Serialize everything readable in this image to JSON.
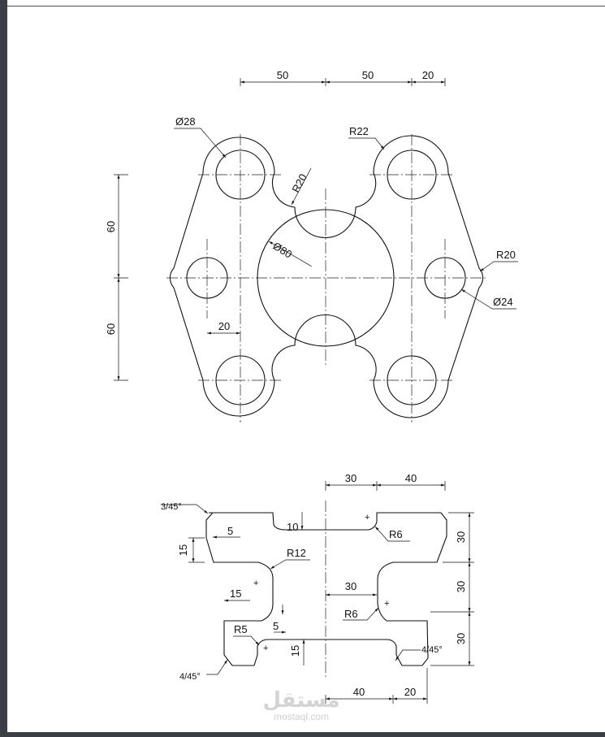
{
  "top_view": {
    "dims": {
      "top_a": "50",
      "top_b": "50",
      "top_c": "20",
      "left_upper": "60",
      "left_lower": "60",
      "offset": "20",
      "hole_top_left_dia": "Ø28",
      "radius_top_right": "R22",
      "radius_neck": "R20",
      "big_bore_dia": "Ø80",
      "radius_right_end": "R20",
      "side_hole_dia": "Ø24"
    }
  },
  "section_view": {
    "dims": {
      "top_a": "30",
      "top_b": "40",
      "chamfer_top": "3/45°",
      "step_5_top": "5",
      "v15_left": "15",
      "h10": "10",
      "r6_top": "R6",
      "r12": "R12",
      "h15": "15",
      "h30_mid": "30",
      "r6_mid": "R6",
      "r5": "R5",
      "step_5_low": "5",
      "v15_bottom": "15",
      "chamfer_bottom_left": "4/45°",
      "chamfer_bottom_right": "4/45°",
      "right_30_a": "30",
      "right_30_b": "30",
      "right_30_c": "30",
      "bottom_40": "40",
      "bottom_20": "20"
    }
  },
  "watermark": {
    "arabic": "مستقل",
    "latin": "mostaql.com"
  }
}
